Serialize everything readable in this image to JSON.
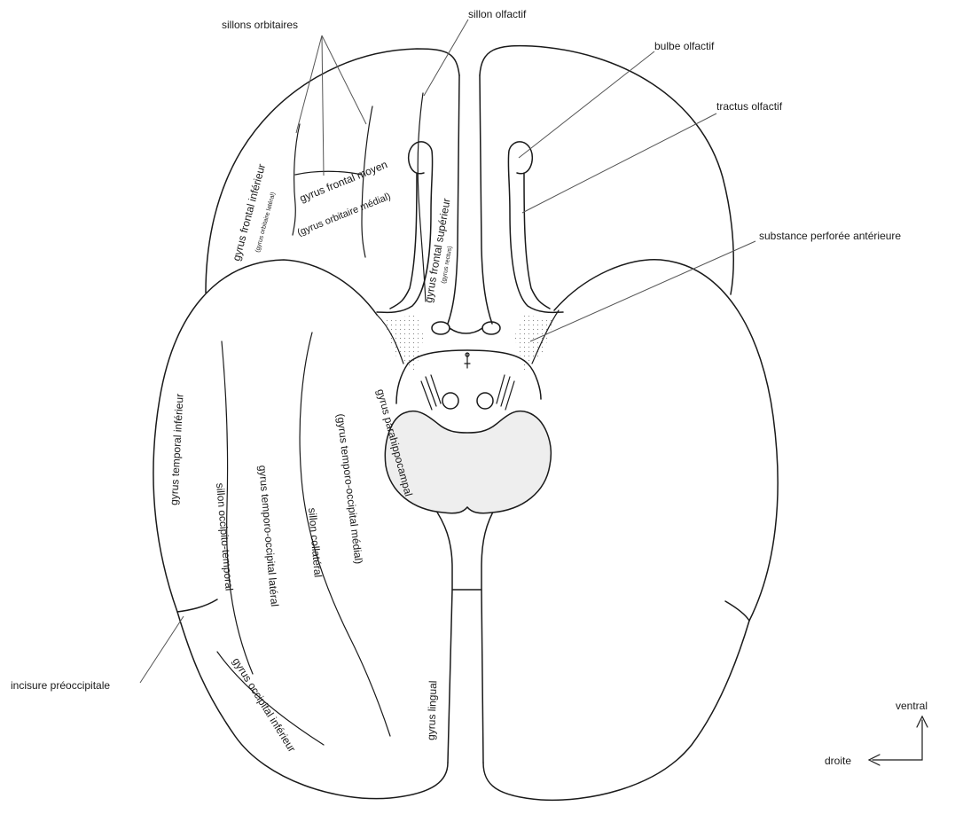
{
  "labels": {
    "sillons_orbitaires": "sillons orbitaires",
    "sillon_olfactif": "sillon olfactif",
    "bulbe_olfactif": "bulbe olfactif",
    "tractus_olfactif": "tractus olfactif",
    "substance_perforee_anterieure": "substance perforée antérieure",
    "incisure_preoccipitale": "incisure préoccipitale",
    "gyrus_frontal_inferieur": "gyrus frontal inférieur",
    "gyrus_orbitaire_lateral": "(gyrus orbitaire latéral)",
    "gyrus_frontal_moyen": "gyrus frontal moyen",
    "gyrus_orbitaire_medial": "(gyrus orbitaire médial)",
    "gyrus_frontal_superieur": "gyrus frontal supérieur",
    "gyrus_rectus": "(gyrus rectus)",
    "gyrus_temporal_inferieur": "gyrus temporal inférieur",
    "sillon_occipito_temporal": "sillon occipito-temporal",
    "gyrus_temporo_occipital_lateral": "gyrus temporo-occipital latéral",
    "sillon_collateral": "sillon collatéral",
    "gyrus_temporo_occipital_medial": "(gyrus temporo-occipital médial)",
    "gyrus_parahippocampal": "gyrus parahippocampal",
    "gyrus_occipital_inferieur": "gyrus occipital inférieur",
    "gyrus_lingual": "gyrus lingual"
  },
  "orientation": {
    "up": "ventral",
    "left": "droite"
  },
  "colors": {
    "stroke": "#1a1a1a",
    "leader": "#555555",
    "brainstem_fill": "#eeeeee",
    "dots": "#888888",
    "background": "#ffffff"
  }
}
